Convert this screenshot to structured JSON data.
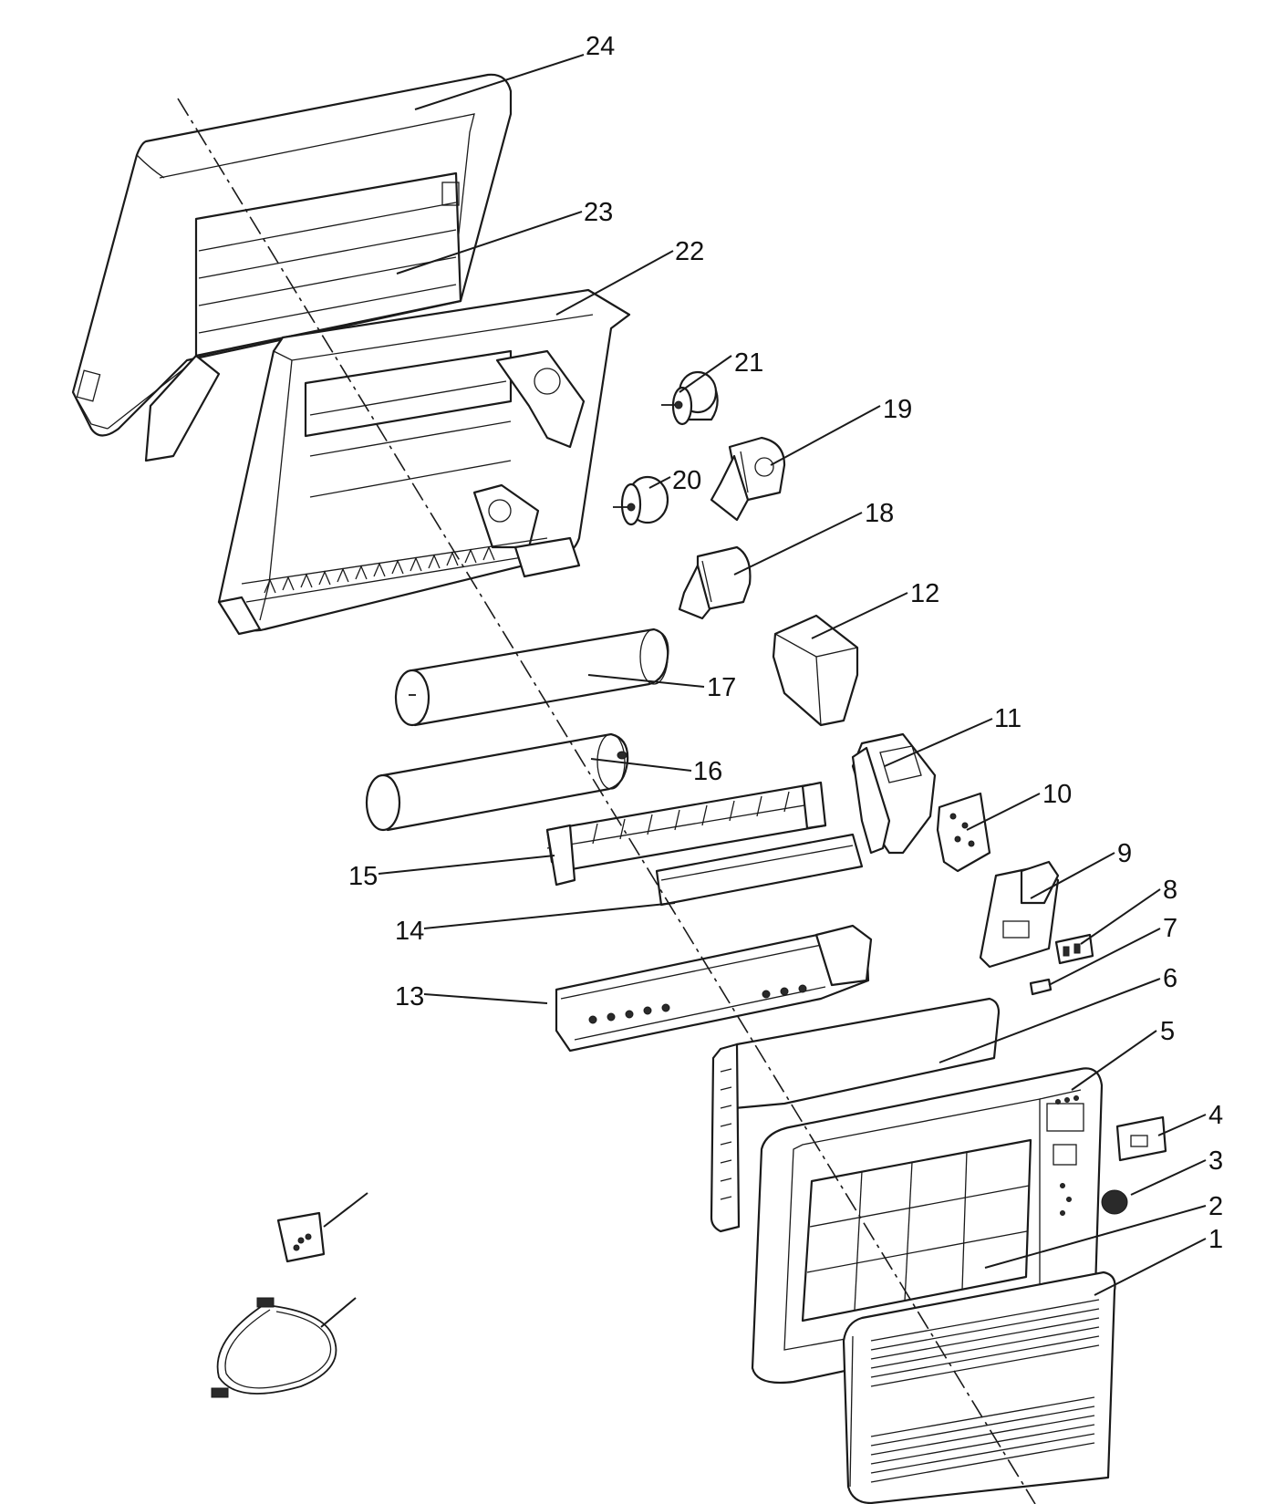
{
  "callouts": [
    {
      "id": "p24",
      "text": "24"
    },
    {
      "id": "p23",
      "text": "23"
    },
    {
      "id": "p22",
      "text": "22"
    },
    {
      "id": "p21",
      "text": "21"
    },
    {
      "id": "p20",
      "text": "20"
    },
    {
      "id": "p19",
      "text": "19"
    },
    {
      "id": "p18",
      "text": "18"
    },
    {
      "id": "p17",
      "text": "17"
    },
    {
      "id": "p16",
      "text": "16"
    },
    {
      "id": "p15",
      "text": "15"
    },
    {
      "id": "p14",
      "text": "14"
    },
    {
      "id": "p13",
      "text": "13"
    },
    {
      "id": "p12",
      "text": "12"
    },
    {
      "id": "p11",
      "text": "11"
    },
    {
      "id": "p10",
      "text": "10"
    },
    {
      "id": "p9",
      "text": "9"
    },
    {
      "id": "p8",
      "text": "8"
    },
    {
      "id": "p7",
      "text": "7"
    },
    {
      "id": "p6",
      "text": "6"
    },
    {
      "id": "p5",
      "text": "5"
    },
    {
      "id": "p4",
      "text": "4"
    },
    {
      "id": "p3",
      "text": "3"
    },
    {
      "id": "p2",
      "text": "2"
    },
    {
      "id": "p1",
      "text": "1"
    }
  ]
}
